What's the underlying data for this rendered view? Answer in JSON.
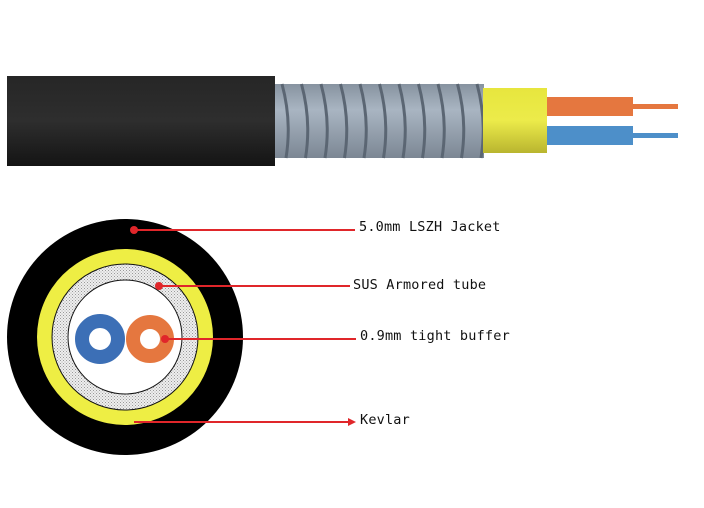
{
  "title": "Fiber optic cable structure",
  "colors": {
    "jacket": "#111111",
    "armor": "#8c9aa8",
    "kevlar": "#e8e84a",
    "fiber_orange": "#e5773f",
    "fiber_blue": "#4d8fc9",
    "leader": "#e0262a"
  },
  "labels": [
    {
      "id": "jacket",
      "text": "5.0mm LSZH Jacket"
    },
    {
      "id": "armor",
      "text": "SUS Armored tube"
    },
    {
      "id": "buffer",
      "text": "0.9mm tight buffer"
    },
    {
      "id": "kevlar",
      "text": "Kevlar"
    }
  ]
}
